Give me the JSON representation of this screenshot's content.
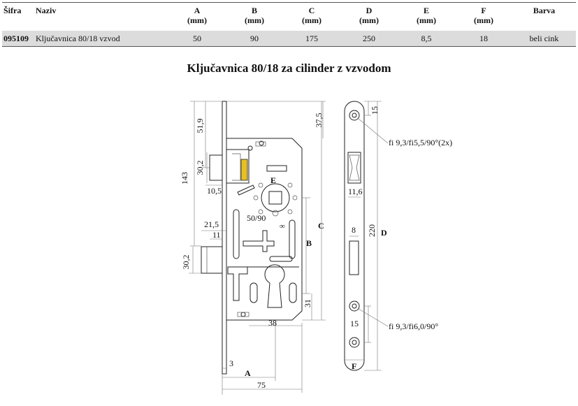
{
  "table": {
    "headers": [
      {
        "name": "Šifra",
        "unit": ""
      },
      {
        "name": "Naziv",
        "unit": ""
      },
      {
        "name": "A",
        "unit": "(mm)"
      },
      {
        "name": "B",
        "unit": "(mm)"
      },
      {
        "name": "C",
        "unit": "(mm)"
      },
      {
        "name": "D",
        "unit": "(mm)"
      },
      {
        "name": "E",
        "unit": "(mm)"
      },
      {
        "name": "F",
        "unit": "(mm)"
      },
      {
        "name": "Barva",
        "unit": ""
      }
    ],
    "row": [
      "095109",
      "Ključavnica 80/18 vzvod",
      "50",
      "90",
      "175",
      "250",
      "8,5",
      "18",
      "beli cink"
    ]
  },
  "drawing": {
    "title": "Ključavnica 80/18 za cilinder z vzvodom",
    "dimensions": {
      "d37_5": "37,5",
      "d51_9": "51,9",
      "d143": "143",
      "d30_2_top": "30,2",
      "d10_5": "10,5",
      "d21_5": "21,5",
      "d11": "11",
      "d30_2_bottom": "30,2",
      "d50_90": "50/90",
      "d31": "31",
      "d38": "38",
      "d3": "3",
      "d75": "75",
      "d15_top": "15",
      "d11_6": "11,6",
      "d8": "8",
      "d220": "220",
      "d15_bottom": "15"
    },
    "labels": {
      "A": "A",
      "B": "B",
      "C": "C",
      "D": "D",
      "E": "E",
      "F": "F"
    },
    "notes": {
      "hole_top": "fi 9,3/fi5,5/90°(2x)",
      "hole_bottom": "fi 9,3/fi6,0/90°"
    }
  }
}
